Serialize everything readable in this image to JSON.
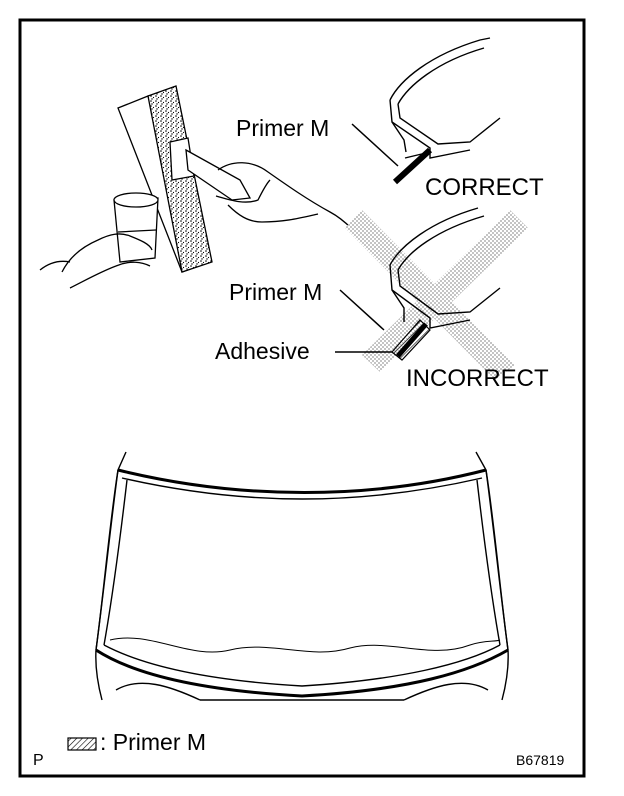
{
  "labels": {
    "primer_correct": "Primer M",
    "correct": "CORRECT",
    "primer_incorrect": "Primer M",
    "adhesive": "Adhesive",
    "incorrect": "INCORRECT",
    "legend_text": ": Primer M",
    "corner_mark": "P",
    "figure_id": "B67819"
  },
  "colors": {
    "line": "#000000",
    "background": "#ffffff",
    "stipple": "#bdbdbd"
  }
}
